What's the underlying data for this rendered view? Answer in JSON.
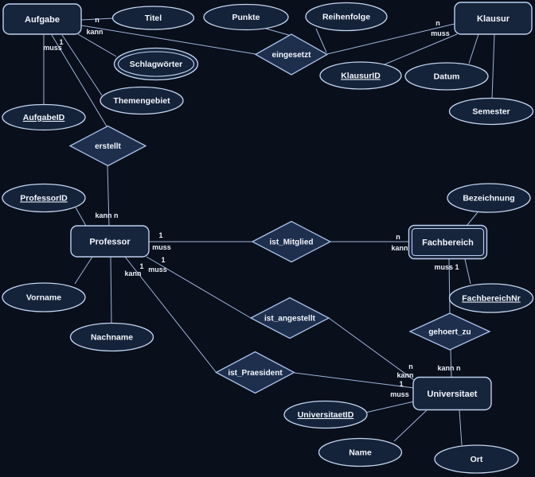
{
  "diagram": {
    "type": "er-diagram",
    "colors": {
      "background": "#0a0f1c",
      "node_fill": "#16243c",
      "diamond_fill": "#1e2f4e",
      "border": "#bcd0ee",
      "line": "#9db4d8",
      "text": "#f2f6fc"
    },
    "entities": {
      "aufgabe": "Aufgabe",
      "klausur": "Klausur",
      "professor": "Professor",
      "fachbereich": "Fachbereich",
      "universitaet": "Universitaet"
    },
    "weak_entities": [
      "Fachbereich"
    ],
    "relationships": {
      "eingesetzt": "eingesetzt",
      "erstellt": "erstellt",
      "ist_mitglied": "ist_Mitglied",
      "ist_angestellt": "ist_angestellt",
      "ist_praesident": "ist_Praesident",
      "gehoert_zu": "gehoert_zu"
    },
    "attributes": {
      "titel": "Titel",
      "punkte": "Punkte",
      "reihenfolge": "Reihenfolge",
      "schlagwoerter": "Schlagwörter",
      "themengebiet": "Themengebiet",
      "aufgabe_id": "AufgabeID",
      "klausur_id": "KlausurID",
      "datum": "Datum",
      "semester": "Semester",
      "professor_id": "ProfessorID",
      "vorname": "Vorname",
      "nachname": "Nachname",
      "bezeichnung": "Bezeichnung",
      "fachbereich_nr": "FachbereichNr",
      "universitaet_id": "UniversitaetID",
      "name": "Name",
      "ort": "Ort"
    },
    "key_attributes": [
      "AufgabeID",
      "KlausurID",
      "ProfessorID",
      "FachbereichNr",
      "UniversitaetID"
    ],
    "multivalued_attributes": [
      "Schlagwörter"
    ],
    "cardinalities": {
      "aufgabe_eingesetzt": {
        "card": "n",
        "mod": "kann"
      },
      "klausur_eingesetzt": {
        "card": "n",
        "mod": "muss"
      },
      "aufgabe_erstellt": {
        "card": "1",
        "mod": "muss"
      },
      "professor_erstellt": {
        "combined": "kann n"
      },
      "professor_ist_mitglied": {
        "card": "1",
        "mod": "muss"
      },
      "fachbereich_ist_mitglied": {
        "card": "n",
        "mod": "kann"
      },
      "professor_ist_angestellt": {
        "card": "1",
        "mod": "muss"
      },
      "professor_ist_praesident": {
        "card": "1",
        "mod": "kann"
      },
      "universitaet_ist_angestellt": {
        "card": "n",
        "mod": "kann"
      },
      "universitaet_ist_praesident": {
        "card": "1",
        "mod": "muss"
      },
      "universitaet_gehoert_zu": {
        "combined": "kann n"
      },
      "fachbereich_gehoert_zu": {
        "combined": "muss 1"
      }
    }
  }
}
